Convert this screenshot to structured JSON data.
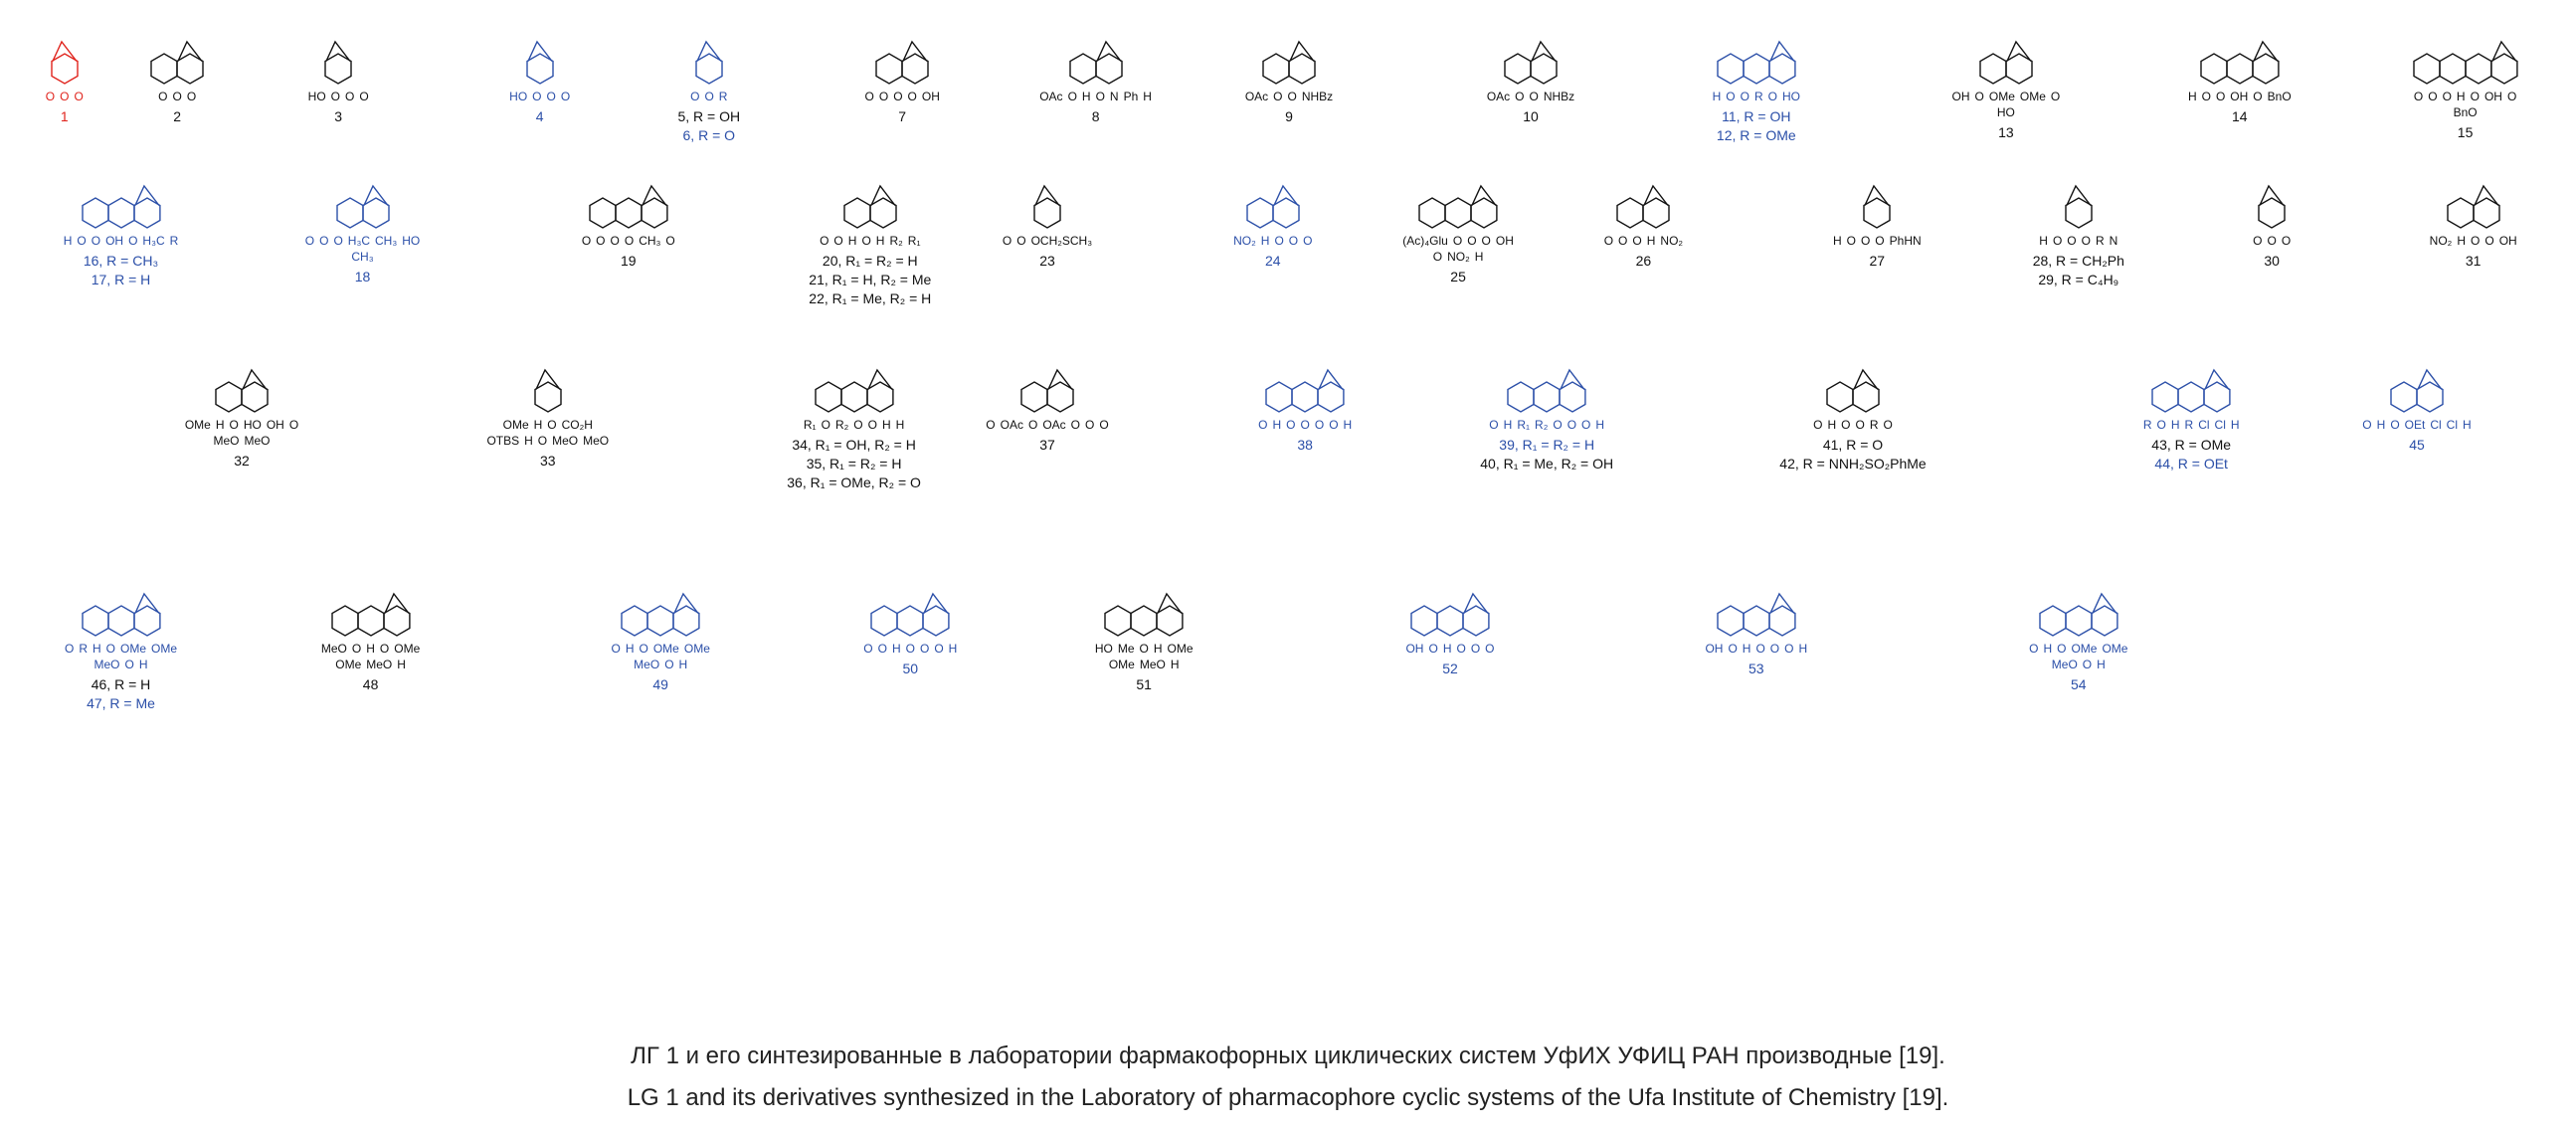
{
  "colors": {
    "black": "#111111",
    "blue": "#2b4fa8",
    "red": "#e0231c"
  },
  "structures": [
    {
      "id": "1",
      "color": "red",
      "labels": [
        "1"
      ],
      "atoms": [
        "O",
        "O",
        "O"
      ]
    },
    {
      "id": "2",
      "color": "black",
      "labels": [
        "2"
      ],
      "atoms": [
        "O",
        "O",
        "O"
      ]
    },
    {
      "id": "3",
      "color": "black",
      "labels": [
        "3"
      ],
      "atoms": [
        "HO",
        "O",
        "O",
        "O"
      ]
    },
    {
      "id": "4",
      "color": "blue",
      "labels": [
        "4"
      ],
      "atoms": [
        "HO",
        "O",
        "O",
        "O"
      ]
    },
    {
      "id": "5-6",
      "color": "blue",
      "labels": [
        "5, R = OH",
        "6, R = O"
      ],
      "atoms": [
        "O",
        "O",
        "R"
      ]
    },
    {
      "id": "7",
      "color": "black",
      "labels": [
        "7"
      ],
      "atoms": [
        "O",
        "O",
        "O",
        "O",
        "OH"
      ]
    },
    {
      "id": "8",
      "color": "black",
      "labels": [
        "8"
      ],
      "atoms": [
        "OAc",
        "O",
        "H",
        "O",
        "N",
        "Ph",
        "H"
      ]
    },
    {
      "id": "9",
      "color": "black",
      "labels": [
        "9"
      ],
      "atoms": [
        "OAc",
        "O",
        "O",
        "NHBz"
      ]
    },
    {
      "id": "10",
      "color": "black",
      "labels": [
        "10"
      ],
      "atoms": [
        "OAc",
        "O",
        "O",
        "NHBz"
      ]
    },
    {
      "id": "11-12",
      "color": "blue",
      "labels": [
        "11, R = OH",
        "12, R = OMe"
      ],
      "atoms": [
        "H",
        "O",
        "O",
        "R",
        "O",
        "HO"
      ]
    },
    {
      "id": "13",
      "color": "black",
      "labels": [
        "13"
      ],
      "atoms": [
        "OH",
        "O",
        "OMe",
        "OMe",
        "O",
        "HO"
      ]
    },
    {
      "id": "14",
      "color": "black",
      "labels": [
        "14"
      ],
      "atoms": [
        "H",
        "O",
        "O",
        "OH",
        "O",
        "BnO"
      ]
    },
    {
      "id": "15",
      "color": "black",
      "labels": [
        "15"
      ],
      "atoms": [
        "O",
        "O",
        "O",
        "H",
        "O",
        "OH",
        "O",
        "BnO"
      ]
    },
    {
      "id": "16-17",
      "color": "blue",
      "labels": [
        "16, R = CH₃",
        "17,  R = H"
      ],
      "atoms": [
        "H",
        "O",
        "O",
        "OH",
        "O",
        "H₃C",
        "R"
      ]
    },
    {
      "id": "18",
      "color": "blue",
      "labels": [
        "18"
      ],
      "atoms": [
        "O",
        "O",
        "O",
        "H₃C",
        "CH₃",
        "HO",
        "CH₃"
      ]
    },
    {
      "id": "19",
      "color": "black",
      "labels": [
        "19"
      ],
      "atoms": [
        "O",
        "O",
        "O",
        "O",
        "CH₃",
        "O"
      ]
    },
    {
      "id": "20-22",
      "color": "black",
      "labels": [
        "20, R₁ = R₂ = H",
        "21, R₁ = H, R₂ = Me",
        "22, R₁ = Me, R₂ = H"
      ],
      "atoms": [
        "O",
        "O",
        "H",
        "O",
        "H",
        "R₂",
        "R₁"
      ]
    },
    {
      "id": "23",
      "color": "black",
      "labels": [
        "23"
      ],
      "atoms": [
        "O",
        "O",
        "OCH₂SCH₃"
      ]
    },
    {
      "id": "24",
      "color": "blue",
      "labels": [
        "24"
      ],
      "atoms": [
        "NO₂",
        "H",
        "O",
        "O",
        "O"
      ]
    },
    {
      "id": "25",
      "color": "black",
      "labels": [
        "25"
      ],
      "atoms": [
        "(Ac)₄Glu",
        "O",
        "O",
        "O",
        "OH",
        "O",
        "NO₂",
        "H"
      ]
    },
    {
      "id": "26",
      "color": "black",
      "labels": [
        "26"
      ],
      "atoms": [
        "O",
        "O",
        "O",
        "H",
        "NO₂"
      ]
    },
    {
      "id": "27",
      "color": "black",
      "labels": [
        "27"
      ],
      "atoms": [
        "H",
        "O",
        "O",
        "O",
        "PhHN"
      ]
    },
    {
      "id": "28-29",
      "color": "black",
      "labels": [
        "28, R = CH₂Ph",
        "29, R = C₄H₉"
      ],
      "atoms": [
        "H",
        "O",
        "O",
        "O",
        "R",
        "N"
      ]
    },
    {
      "id": "30",
      "color": "black",
      "labels": [
        "30"
      ],
      "atoms": [
        "O",
        "O",
        "O"
      ]
    },
    {
      "id": "31",
      "color": "black",
      "labels": [
        "31"
      ],
      "atoms": [
        "NO₂",
        "H",
        "O",
        "O",
        "OH"
      ]
    },
    {
      "id": "32",
      "color": "black",
      "labels": [
        "32"
      ],
      "atoms": [
        "OMe",
        "H",
        "O",
        "HO",
        "OH",
        "O",
        "MeO",
        "MeO"
      ]
    },
    {
      "id": "33",
      "color": "black",
      "labels": [
        "33"
      ],
      "atoms": [
        "OMe",
        "H",
        "O",
        "CO₂H",
        "OTBS",
        "H",
        "O",
        "MeO",
        "MeO"
      ]
    },
    {
      "id": "34-36",
      "color": "black",
      "labels": [
        "34, R₁ = OH, R₂ = H",
        "35, R₁ = R₂ = H",
        "36, R₁ = OMe, R₂ = O"
      ],
      "atoms": [
        "R₁",
        "O",
        "R₂",
        "O",
        "O",
        "H",
        "H"
      ]
    },
    {
      "id": "37",
      "color": "black",
      "labels": [
        "37"
      ],
      "atoms": [
        "O",
        "OAc",
        "O",
        "OAc",
        "O",
        "O",
        "O"
      ]
    },
    {
      "id": "38",
      "color": "blue",
      "labels": [
        "38"
      ],
      "atoms": [
        "O",
        "H",
        "O",
        "O",
        "O",
        "O",
        "H"
      ]
    },
    {
      "id": "39-40",
      "color": "blue",
      "labels": [
        "39, R₁ = R₂ = H",
        "40, R₁ = Me, R₂ = OH"
      ],
      "atoms": [
        "O",
        "H",
        "R₁",
        "R₂",
        "O",
        "O",
        "O",
        "H"
      ]
    },
    {
      "id": "41-42",
      "color": "black",
      "labels": [
        "41, R = O",
        "42, R = NNH₂SO₂PhMe"
      ],
      "atoms": [
        "O",
        "H",
        "O",
        "O",
        "R",
        "O"
      ]
    },
    {
      "id": "43-44",
      "color": "blue",
      "labels": [
        "43, R = OMe",
        "44, R = OEt"
      ],
      "atoms": [
        "R",
        "O",
        "H",
        "R",
        "Cl",
        "Cl",
        "H"
      ]
    },
    {
      "id": "45",
      "color": "blue",
      "labels": [
        "45"
      ],
      "atoms": [
        "O",
        "H",
        "O",
        "OEt",
        "Cl",
        "Cl",
        "H"
      ]
    },
    {
      "id": "46-47",
      "color": "blue",
      "labels": [
        "46, R = H",
        "47, R = Me"
      ],
      "atoms": [
        "O",
        "R",
        "H",
        "O",
        "OMe",
        "OMe",
        "MeO",
        "O",
        "H"
      ]
    },
    {
      "id": "48",
      "color": "black",
      "labels": [
        "48"
      ],
      "atoms": [
        "MeO",
        "O",
        "H",
        "O",
        "OMe",
        "OMe",
        "MeO",
        "H"
      ]
    },
    {
      "id": "49",
      "color": "blue",
      "labels": [
        "49"
      ],
      "atoms": [
        "O",
        "H",
        "O",
        "OMe",
        "OMe",
        "MeO",
        "O",
        "H"
      ]
    },
    {
      "id": "50",
      "color": "blue",
      "labels": [
        "50"
      ],
      "atoms": [
        "O",
        "O",
        "H",
        "O",
        "O",
        "O",
        "H"
      ]
    },
    {
      "id": "51",
      "color": "black",
      "labels": [
        "51"
      ],
      "atoms": [
        "HO",
        "Me",
        "O",
        "H",
        "OMe",
        "OMe",
        "MeO",
        "H"
      ]
    },
    {
      "id": "52",
      "color": "blue",
      "labels": [
        "52"
      ],
      "atoms": [
        "OH",
        "O",
        "H",
        "O",
        "O",
        "O"
      ]
    },
    {
      "id": "53",
      "color": "blue",
      "labels": [
        "53"
      ],
      "atoms": [
        "OH",
        "O",
        "H",
        "O",
        "O",
        "O",
        "H"
      ]
    },
    {
      "id": "54",
      "color": "blue",
      "labels": [
        "54"
      ],
      "atoms": [
        "O",
        "H",
        "O",
        "OMe",
        "OMe",
        "MeO",
        "O",
        "H"
      ]
    }
  ],
  "caption": {
    "ru": "ЛГ 1 и его синтезированные в лаборатории фармакофорных циклических систем УфИХ УФИЦ РАН производные [19].",
    "en": "LG 1 and its derivatives synthesized in the Laboratory of pharmacophore cyclic systems of the Ufa Institute of Chemistry [19]."
  }
}
